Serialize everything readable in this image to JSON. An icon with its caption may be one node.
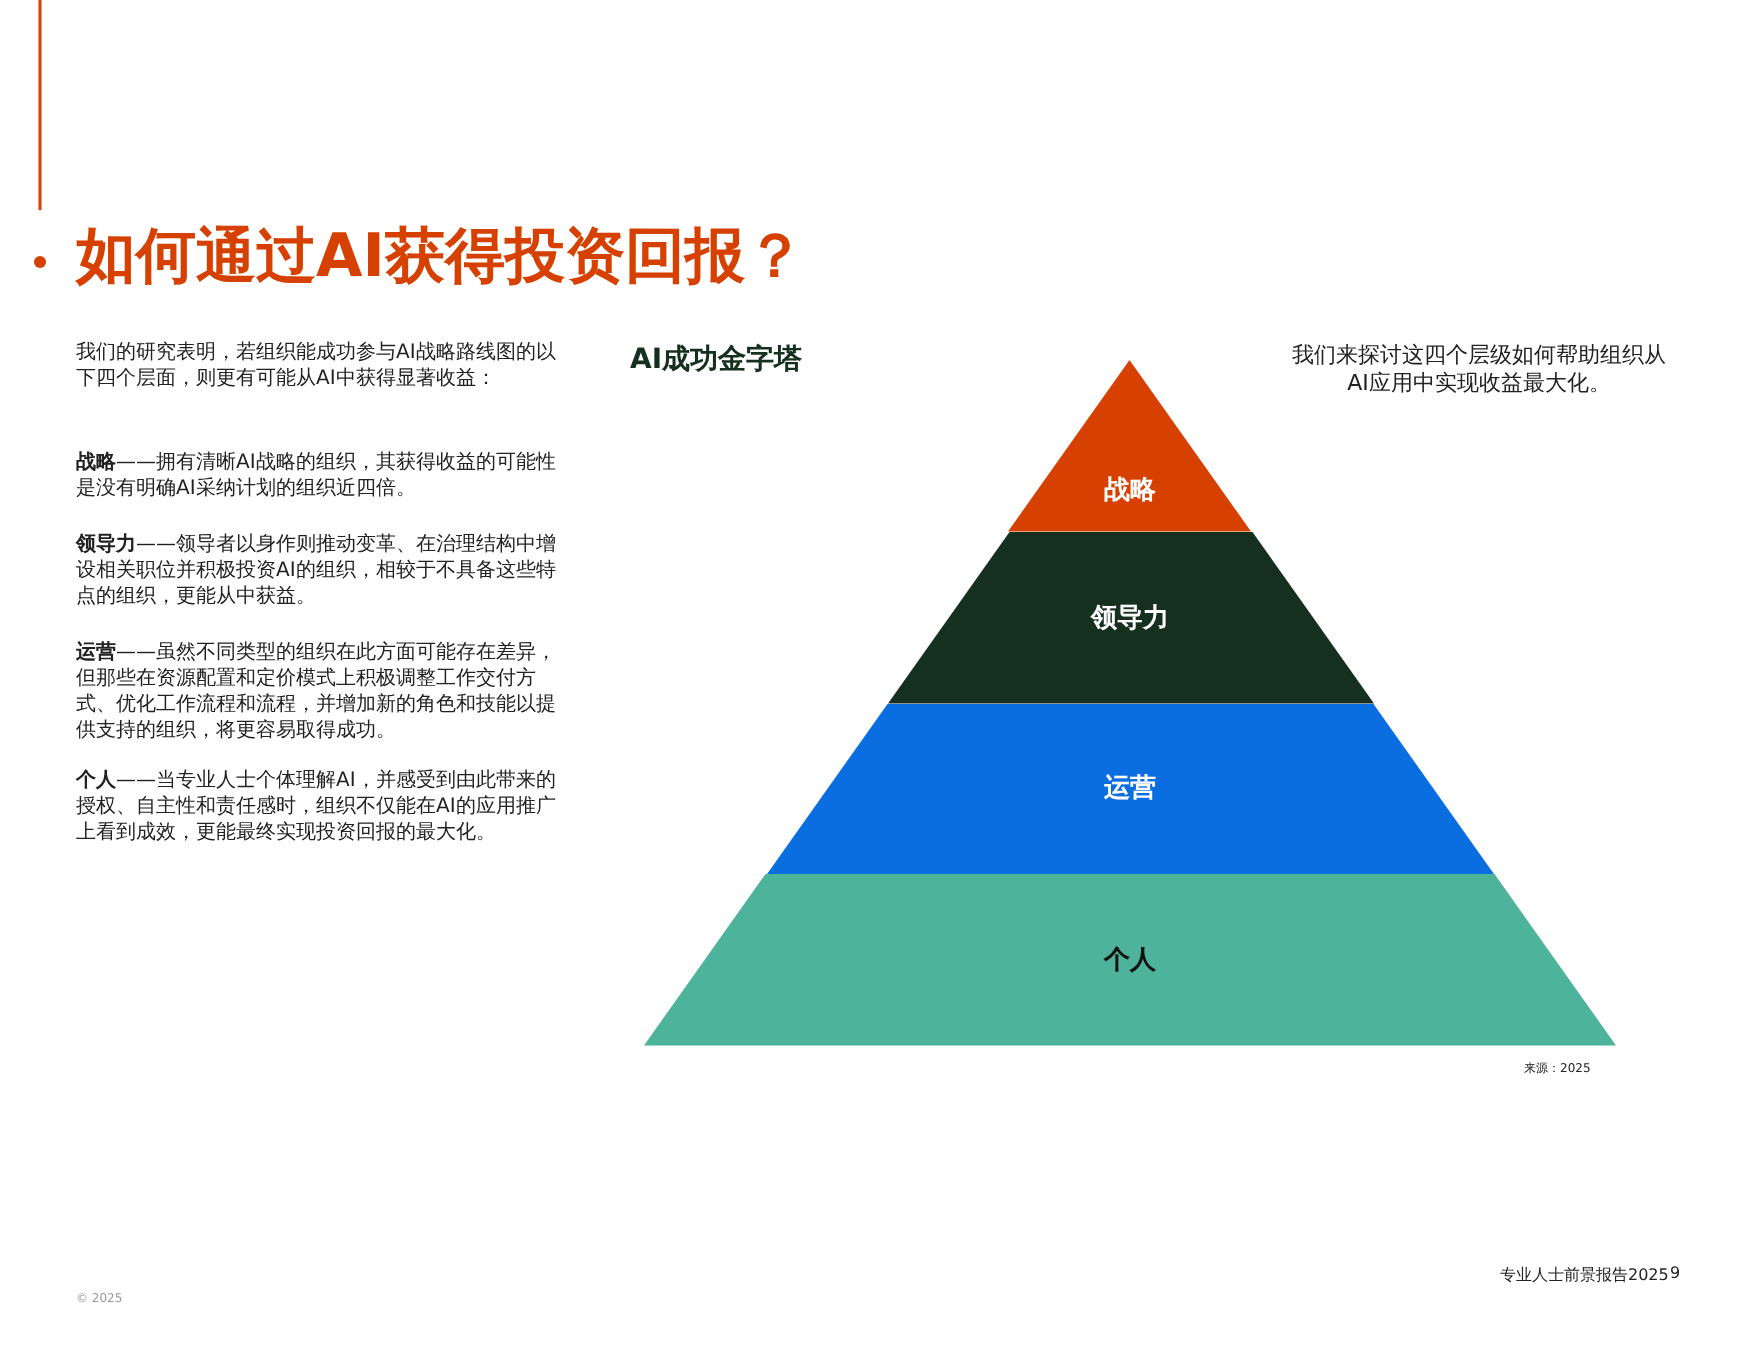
{
  "diagram": {
    "title": "如何通过AI获得投资回报？",
    "nodes": [
      {
        "text": [
          "战略"
        ]
      },
      {
        "text": [
          "领导力"
        ]
      },
      {
        "text": [
          "运营"
        ]
      },
      {
        "text": [
          "个人"
        ]
      }
    ],
    "edges": [],
    "labels": [
      "我们的研究表明，若组织能成功参与AI战略路线图的以下四个层面，则更有可能从AI中获得显著收益：",
      "**战略**——拥有清晰AI战略的组织，其获得收益的可能性是没有明确AI采纳计划的组织近四倍。",
      "**领导力**——领导者以身作则推动变革、在治理结构中增设相关职位并积极投资AI的组织，相较于不具备这些特点的组织，更能从中获益。",
      "**运营**——虽然不同类型的组织在此方面可能存在差异，但那些在资源配置和定价模式上积极调整工作交付方式、优化工作流程和流程，并增加新的角色和技能以提供支持的组织，将更容易取得成功。",
      "**个人**——当专业人士个体理解AI，并感受到由此带来的授权、自主性和责任感时，组织不仅能在AI的应用推广上看到成效，更能最终实现投资回报的最大化。",
      "AI成功金字塔",
      "我们来探讨这四个层级如何帮助组织从AI应用中实现收益最大化。",
      "来源：2025",
      "专业人士前景报告2025",
      "9",
      "© 2025"
    ]
  }
}
